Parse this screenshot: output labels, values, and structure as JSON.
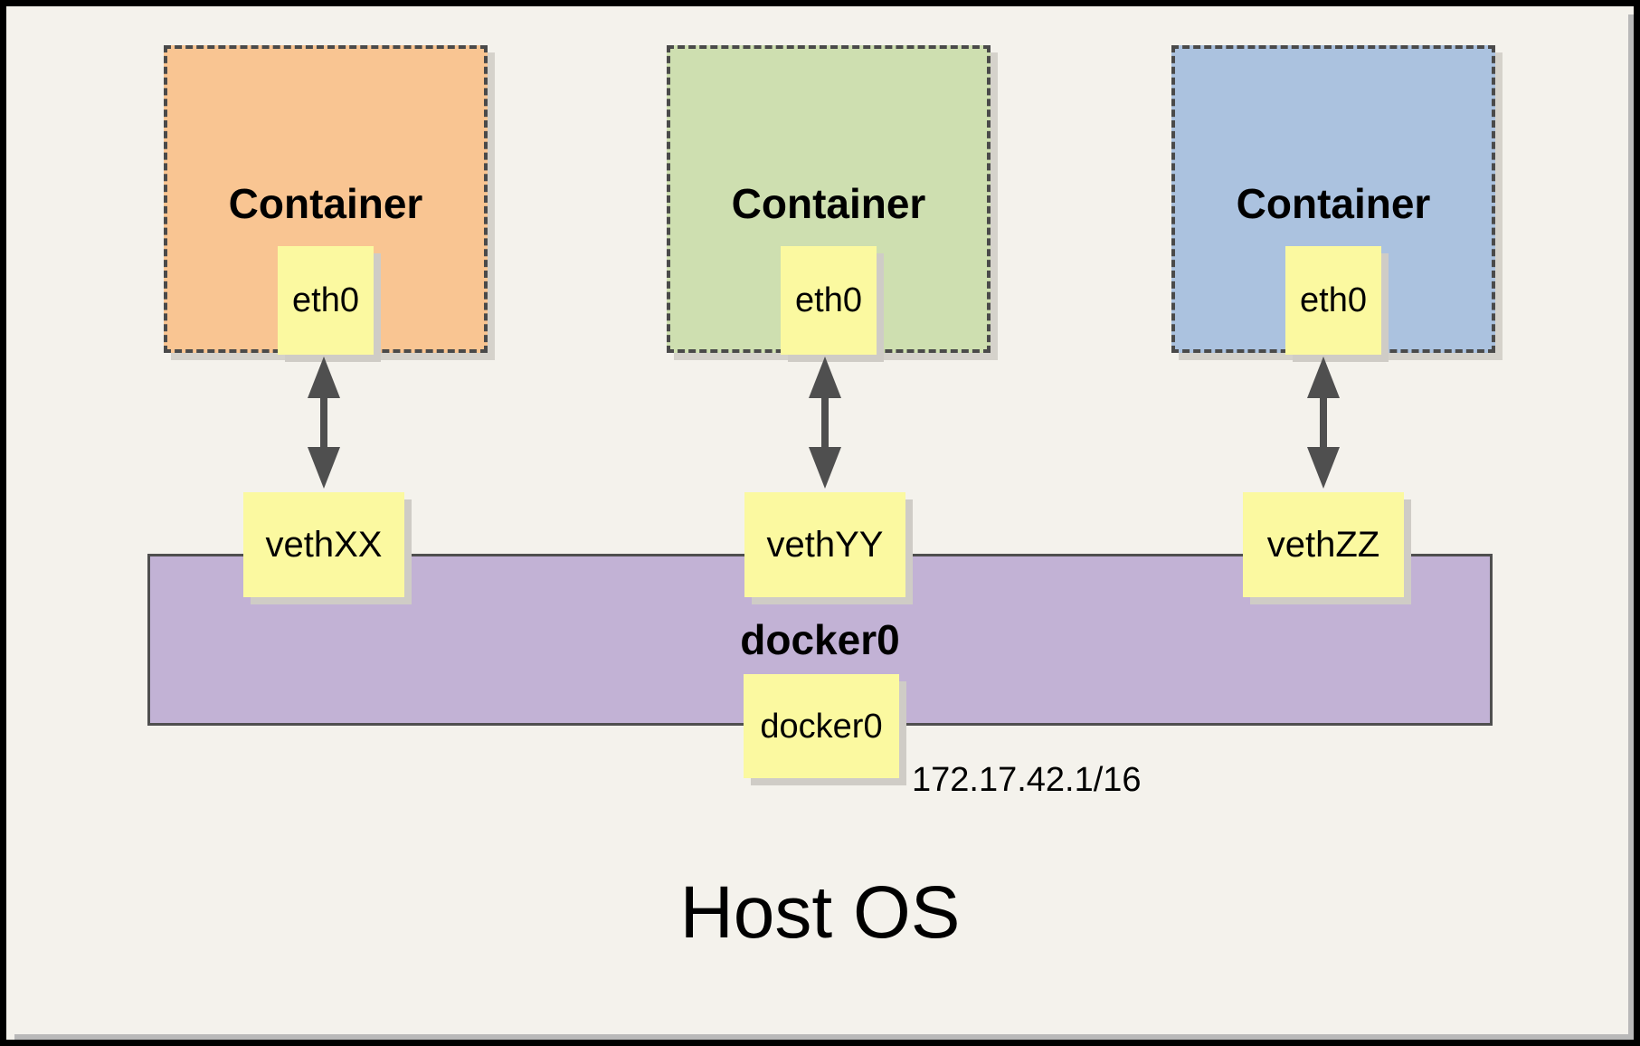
{
  "containers": [
    {
      "label": "Container",
      "interface": "eth0",
      "veth": "vethXX",
      "fill": "#F9C592"
    },
    {
      "label": "Container",
      "interface": "eth0",
      "veth": "vethYY",
      "fill": "#CEDFB0"
    },
    {
      "label": "Container",
      "interface": "eth0",
      "veth": "vethZZ",
      "fill": "#ABC2DF"
    }
  ],
  "bridge": {
    "label": "docker0",
    "interface_label": "docker0",
    "ip": "172.17.42.1/16",
    "fill": "#C2B2D5"
  },
  "host": {
    "label": "Host OS"
  },
  "colors": {
    "background": "#F4F2EC",
    "note_fill": "#FBF9A0",
    "arrow": "#4F4F4F",
    "dashed_border": "#4A4A4A",
    "bridge_border": "#4F4F4F",
    "frame": "#000000",
    "edge_shadow": "#B9B9B9",
    "note_shadow": "#CFCCC6"
  }
}
